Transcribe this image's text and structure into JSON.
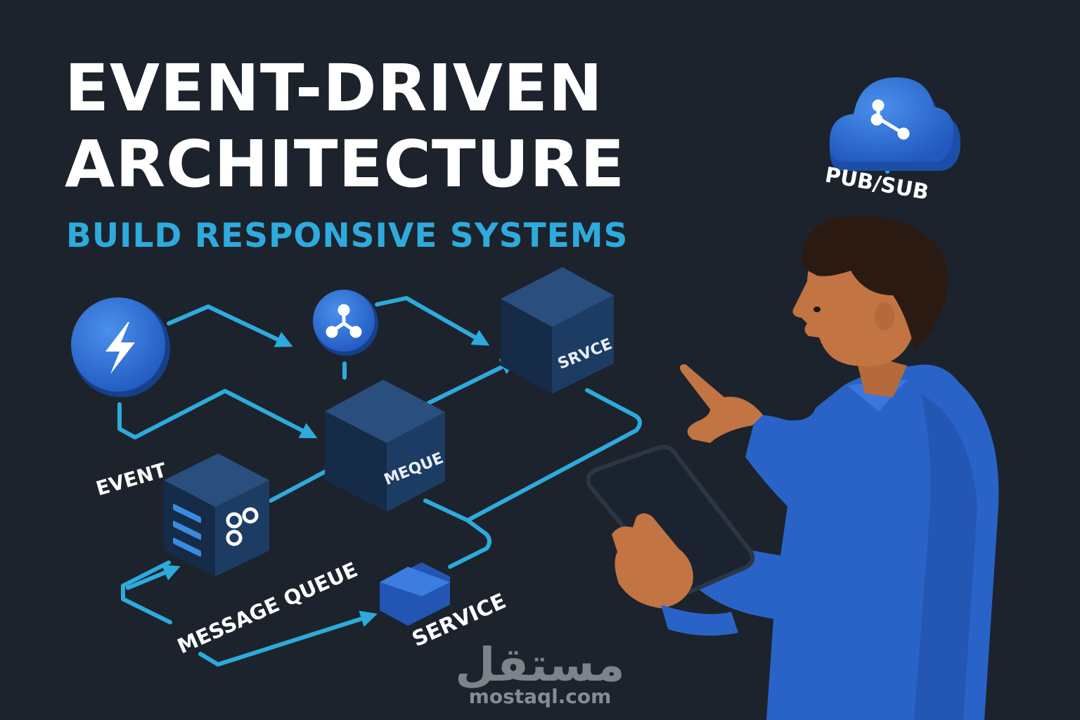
{
  "heading": {
    "line1": "EVENT-DRIVEN",
    "line2": "ARCHITECTURE",
    "subtitle": "BUILD RESPONSIVE SYSTEMS"
  },
  "diagram": {
    "event_label": "EVENT",
    "message_queue_label": "MESSAGE QUEUE",
    "service_label": "SERVICE",
    "meque_box_label": "MEQUE",
    "srvce_box_label": "SRVCE",
    "pubsub_label": "PUB/SUB"
  },
  "icons": {
    "event": "lightning-icon",
    "hub": "share-nodes-icon",
    "cloud": "cloud-share-icon",
    "queue": "hamburger-icon"
  },
  "colors": {
    "background": "#1c232c",
    "accent": "#2eaadc",
    "node_blue": "#2f6fd4",
    "box_dark": "#1e3a60"
  },
  "watermark": {
    "arabic": "مستقل",
    "site": "mostaql.com"
  }
}
